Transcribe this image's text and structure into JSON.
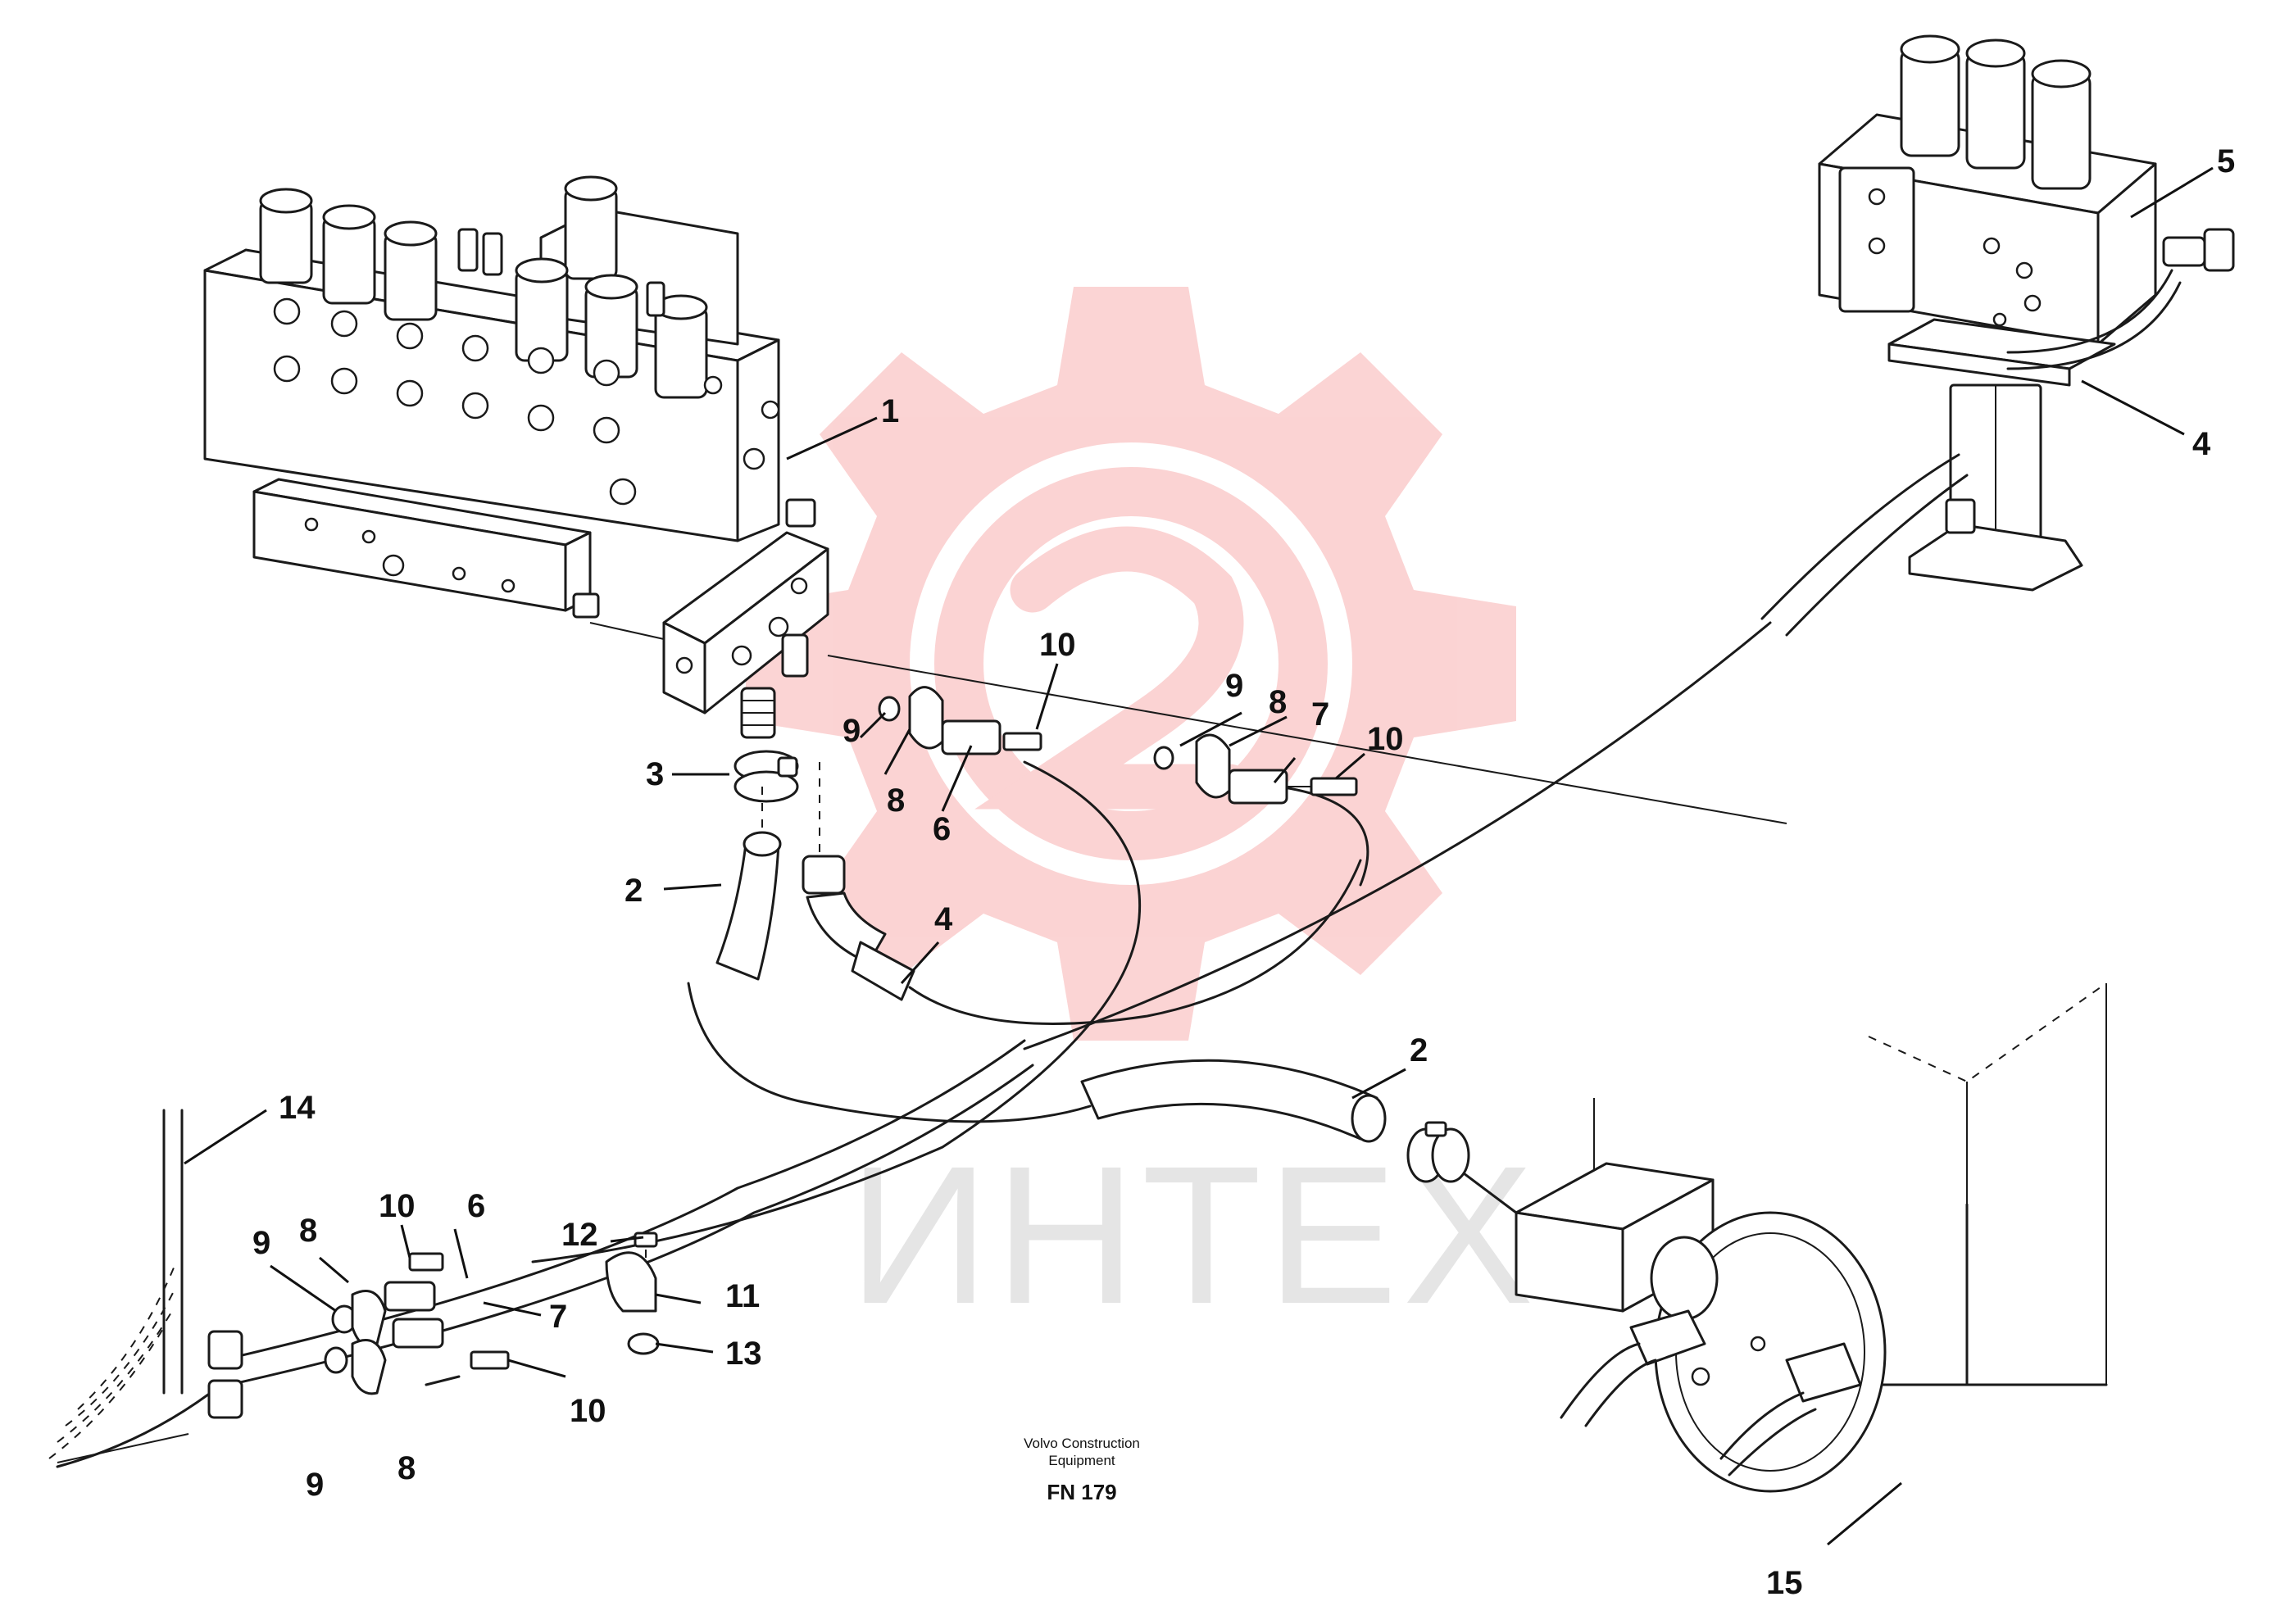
{
  "callouts": [
    {
      "id": "c1",
      "label": "1"
    },
    {
      "id": "c2a",
      "label": "2"
    },
    {
      "id": "c2b",
      "label": "2"
    },
    {
      "id": "c3",
      "label": "3"
    },
    {
      "id": "c4a",
      "label": "4"
    },
    {
      "id": "c4b",
      "label": "4"
    },
    {
      "id": "c5",
      "label": "5"
    },
    {
      "id": "c6a",
      "label": "6"
    },
    {
      "id": "c6b",
      "label": "6"
    },
    {
      "id": "c7a",
      "label": "7"
    },
    {
      "id": "c7b",
      "label": "7"
    },
    {
      "id": "c8a",
      "label": "8"
    },
    {
      "id": "c8b",
      "label": "8"
    },
    {
      "id": "c8c",
      "label": "8"
    },
    {
      "id": "c8d",
      "label": "8"
    },
    {
      "id": "c9a",
      "label": "9"
    },
    {
      "id": "c9b",
      "label": "9"
    },
    {
      "id": "c9c",
      "label": "9"
    },
    {
      "id": "c9d",
      "label": "9"
    },
    {
      "id": "c10a",
      "label": "10"
    },
    {
      "id": "c10b",
      "label": "10"
    },
    {
      "id": "c10c",
      "label": "10"
    },
    {
      "id": "c10d",
      "label": "10"
    },
    {
      "id": "c11",
      "label": "11"
    },
    {
      "id": "c12",
      "label": "12"
    },
    {
      "id": "c13",
      "label": "13"
    },
    {
      "id": "c14",
      "label": "14"
    },
    {
      "id": "c15",
      "label": "15"
    }
  ],
  "footer": {
    "line1": "Volvo Construction",
    "line2": "Equipment",
    "code": "FN 179"
  },
  "watermark": {
    "text": "ИНТЕХ",
    "color": "#ee3a3a"
  }
}
